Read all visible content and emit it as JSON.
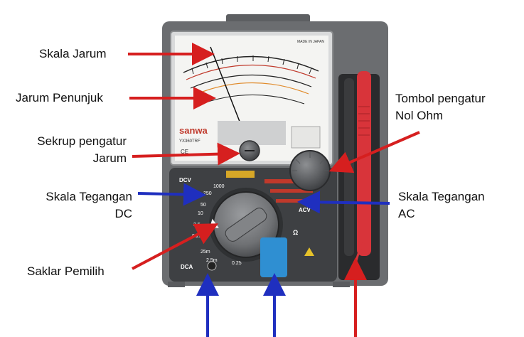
{
  "labels": {
    "skala_jarum": "Skala Jarum",
    "jarum_penunjuk": "Jarum Penunjuk",
    "sekrup_line1": "Sekrup pengatur",
    "sekrup_line2": "Jarum",
    "skala_dc_line1": "Skala Tegangan",
    "skala_dc_line2": "DC",
    "saklar_pemilih": "Saklar Pemilih",
    "tombol_line1": "Tombol pengatur",
    "tombol_line2": "Nol Ohm",
    "skala_ac_line1": "Skala Tegangan",
    "skala_ac_line2": "AC"
  },
  "device": {
    "brand": "sanwa",
    "model": "YX360TRF",
    "made_in": "MADE IN JAPAN",
    "ce_mark": "CE",
    "dcv_label": "DCV",
    "dca_label": "DCA",
    "acv_label": "ACV",
    "ohm_label": "Ω",
    "dial_ticks": [
      "1000",
      "250",
      "50",
      "10",
      "2.5",
      "0.25",
      "25m",
      "2.5m",
      "0.25"
    ]
  },
  "colors": {
    "red_arrow": "#d61f1f",
    "blue_arrow": "#1f2fbf",
    "body": "#6b6d70",
    "panel": "#3e4043",
    "probe_red": "#d8343a"
  }
}
